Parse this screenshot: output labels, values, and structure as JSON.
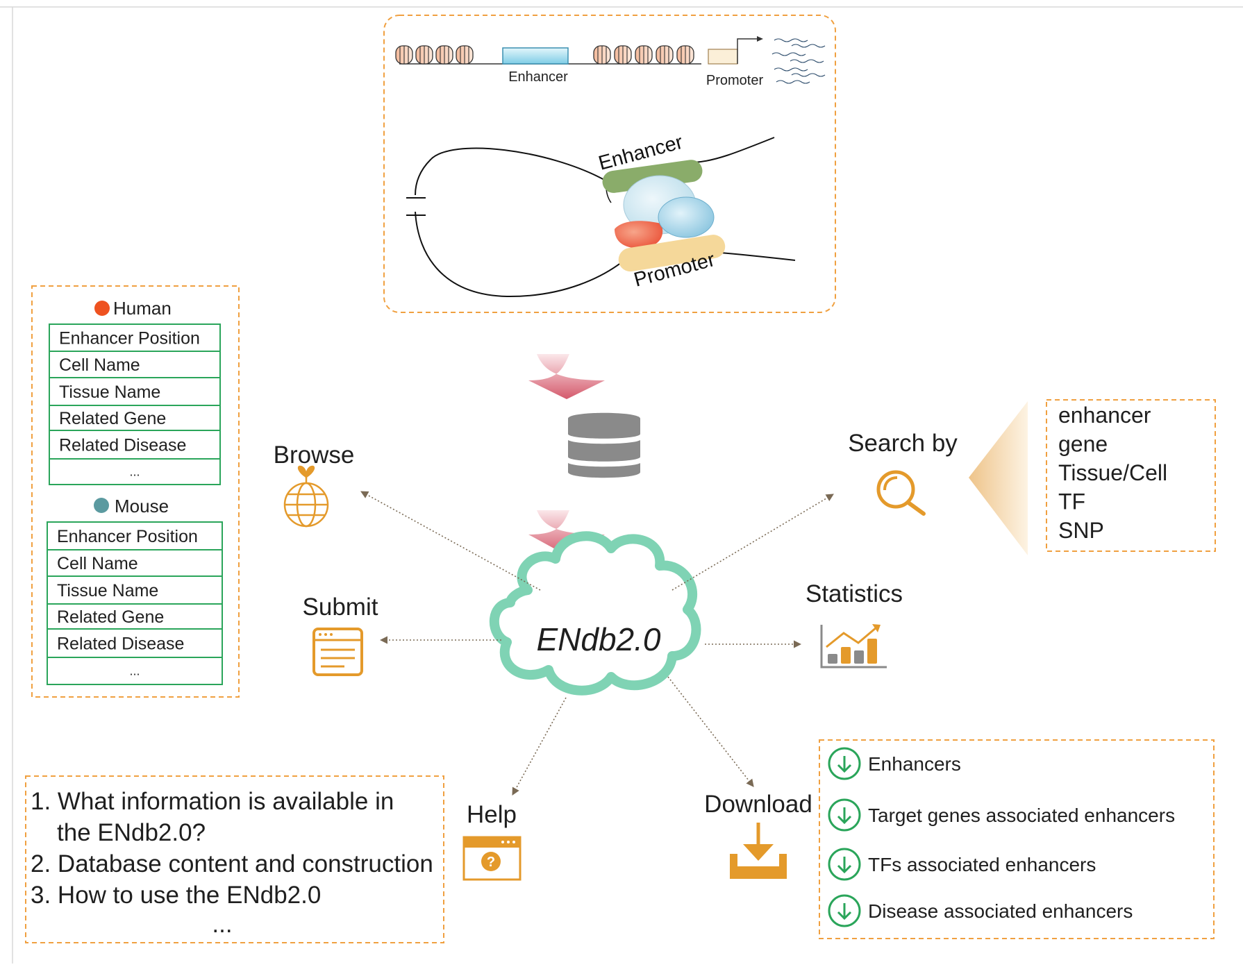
{
  "colors": {
    "orange_dash": "#f0a040",
    "icon_orange": "#e49a2b",
    "green_border": "#2aa55a",
    "human_dot": "#ee5220",
    "mouse_dot": "#5b9aa0",
    "cloud": "#7fd3b4",
    "arrow_pink": "#d86a78",
    "db_gray": "#8a8a8a",
    "enhancer_green": "#8aac6a",
    "promoter_yellow": "#f5d89a"
  },
  "center": {
    "title": "ENdb2.0"
  },
  "genome_panel": {
    "enhancer_label": "Enhancer",
    "promoter_label": "Promoter",
    "loop_enhancer_label": "Enhancer",
    "loop_promoter_label": "Promoter"
  },
  "species": {
    "human": {
      "name": "Human",
      "fields": [
        "Enhancer Position",
        "Cell Name",
        "Tissue Name",
        "Related Gene",
        "Related Disease",
        "..."
      ]
    },
    "mouse": {
      "name": "Mouse",
      "fields": [
        "Enhancer Position",
        "Cell Name",
        "Tissue Name",
        "Related Gene",
        "Related Disease",
        "..."
      ]
    }
  },
  "modules": {
    "browse": {
      "label": "Browse",
      "icon": "globe-sprout-icon"
    },
    "submit": {
      "label": "Submit",
      "icon": "form-window-icon"
    },
    "search": {
      "label": "Search by",
      "icon": "magnifier-icon"
    },
    "statistics": {
      "label": "Statistics",
      "icon": "bar-chart-trend-icon"
    },
    "help": {
      "label": "Help",
      "icon": "help-window-icon"
    },
    "download": {
      "label": "Download",
      "icon": "download-tray-icon"
    }
  },
  "search_terms": [
    "enhancer",
    "gene",
    "Tissue/Cell",
    "TF",
    "SNP"
  ],
  "help_items": [
    "1. What information is available in",
    "the ENdb2.0?",
    "2. Database content and construction",
    "3. How to use the ENdb2.0",
    "..."
  ],
  "download_items": [
    "Enhancers",
    "Target genes associated enhancers",
    "TFs associated enhancers",
    "Disease associated enhancers"
  ]
}
